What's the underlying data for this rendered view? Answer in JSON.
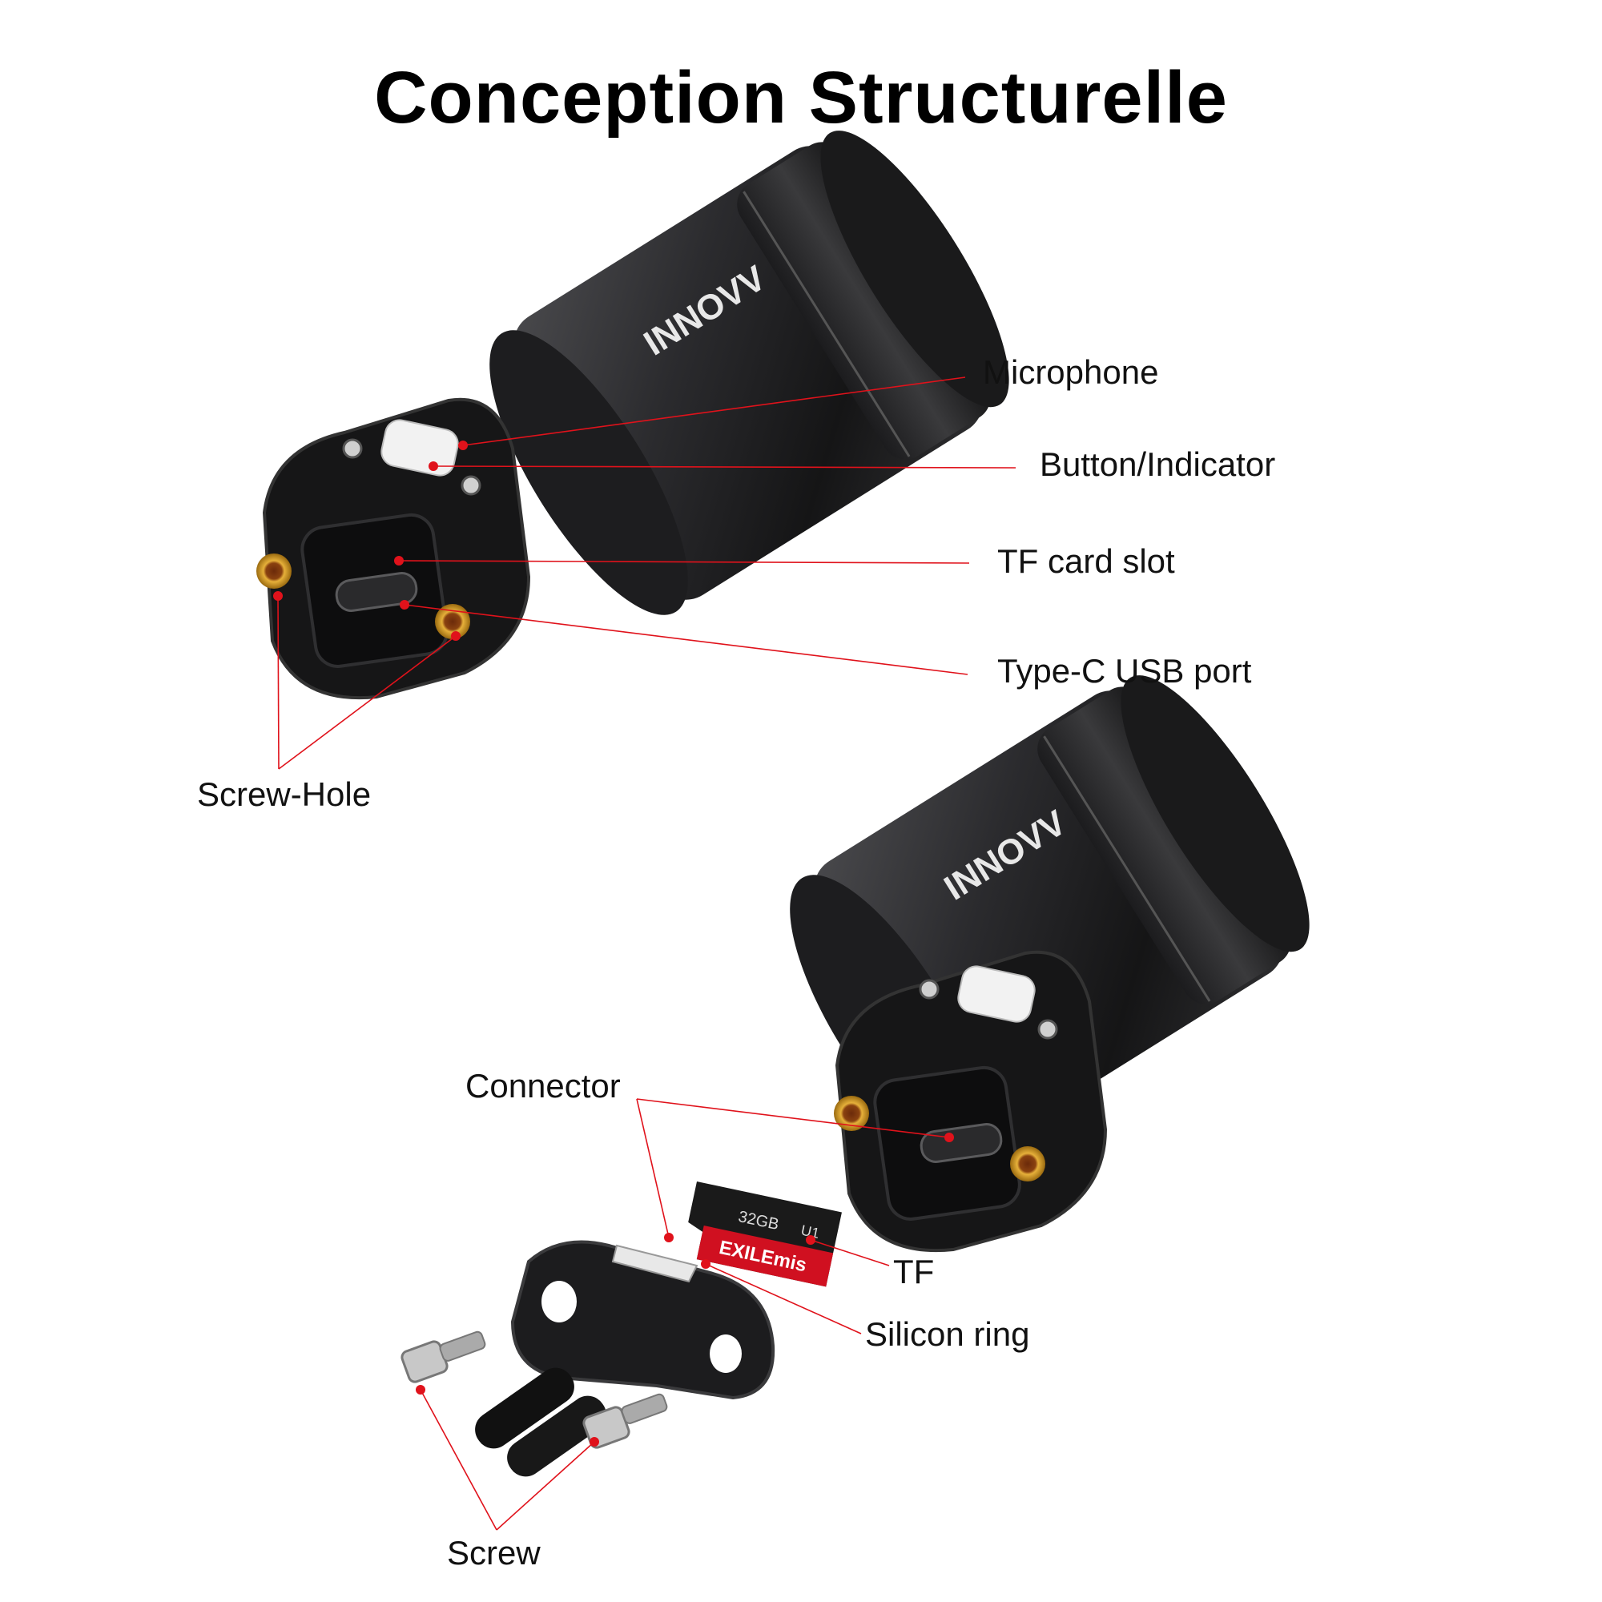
{
  "title": "Conception Structurelle",
  "brand": "INNOVV",
  "tf_card": {
    "brand": "EXILEmis",
    "capacity": "32GB",
    "marks": "U1"
  },
  "labels": {
    "microphone": "Microphone",
    "button_indicator": "Button/Indicator",
    "tf_card_slot": "TF card slot",
    "type_c": "Type-C USB port",
    "screw_hole": "Screw-Hole",
    "connector": "Connector",
    "tf": "TF",
    "silicon_ring": "Silicon ring",
    "screw": "Screw"
  },
  "colors": {
    "leader": "#e0121b",
    "body": "#2a2a2c",
    "brass": "#c8941a",
    "card_red": "#d01020"
  }
}
